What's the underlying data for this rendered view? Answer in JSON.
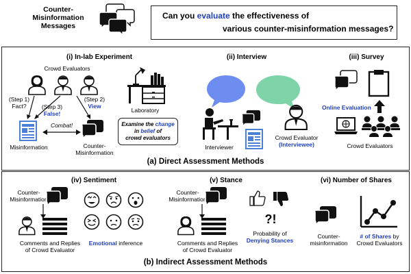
{
  "header": {
    "title_line1": "Counter-",
    "title_line2": "Misinformation",
    "title_line3": "Messages",
    "question_pre": "Can you ",
    "question_highlight": "evaluate",
    "question_post1": " the effectiveness of",
    "question_post2": "various counter-misinformation messages?"
  },
  "direct": {
    "section_title": "(a) Direct Assessment Methods",
    "inlab": {
      "title": "(i) In-lab Experiment",
      "crowd_evaluators": "Crowd Evaluators",
      "step1_a": "(Step 1)",
      "step1_b": "Fact?",
      "step3_a": "(Step 3)",
      "step3_b": "False!",
      "step2_a": "(Step 2)",
      "step2_b": "View",
      "combat": "Combat!",
      "misinformation": "Misinformation",
      "counter_misinfo_1": "Counter-",
      "counter_misinfo_2": "Misinformation",
      "laboratory": "Laboratory",
      "examine_1": "Examine the ",
      "examine_change": "change",
      "examine_2": "in ",
      "examine_belief": "belief",
      "examine_3": " of",
      "examine_4": "crowd evaluators"
    },
    "interview": {
      "title": "(ii) Interview",
      "interviewer": "Interviewer",
      "evaluator_1": "Crowd Evaluator",
      "evaluator_2": "(Interviewee)"
    },
    "survey": {
      "title": "(iii) Survey",
      "online": "Online Evaluation",
      "crowd": "Crowd Evaluators"
    }
  },
  "indirect": {
    "section_title": "(b) Indirect Assessment Methods",
    "sentiment": {
      "title": "(iv) Sentiment",
      "cm_1": "Counter-",
      "cm_2": "Misinformation",
      "comments_1": "Comments and Replies",
      "comments_2": "of Crowd Evaluator",
      "emotional": "Emotional",
      "inference": " inference"
    },
    "stance": {
      "title": "(v) Stance",
      "cm_1": "Counter-",
      "cm_2": "Misinformation",
      "comments_1": "Comments and Replies",
      "comments_2": "of Crowd Evaluator",
      "symbols": "?!",
      "prob_1": "Probability of",
      "prob_2": "Denying Stances"
    },
    "shares": {
      "title": "(vi) Number of Shares",
      "cm_1": "Counter-",
      "cm_2": "misinformation",
      "shares_hl": "# of Shares",
      "shares_by": " by",
      "shares_2": "Crowd Evaluators"
    }
  },
  "colors": {
    "accent_blue": "#1f3fbf",
    "bubble_blue": "#6d8ef0",
    "bubble_green": "#7fd3a8",
    "doc_blue": "#4a7fd6"
  }
}
